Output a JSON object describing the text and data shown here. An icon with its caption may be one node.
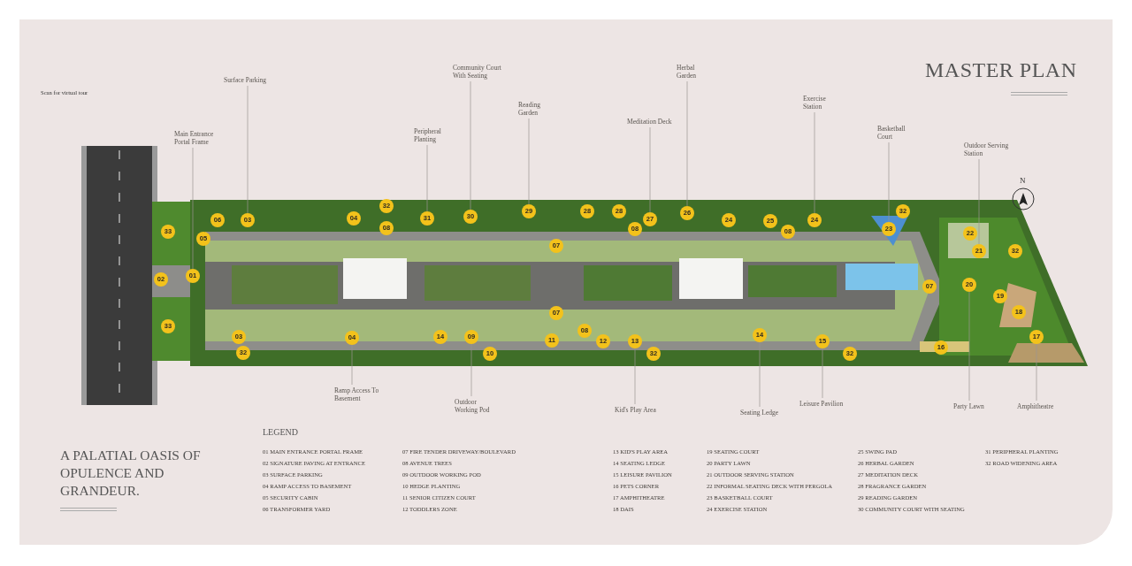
{
  "diagram": {
    "title": "MASTER PLAN",
    "nodes": [
      {
        "text": [
          "Main Entrance Portal Frame"
        ]
      },
      {
        "text": [
          "Surface Parking"
        ]
      },
      {
        "text": [
          "Peripheral Planting"
        ]
      },
      {
        "text": [
          "Community Court With Seating"
        ]
      },
      {
        "text": [
          "Reading Garden"
        ]
      },
      {
        "text": [
          "Meditation Deck"
        ]
      },
      {
        "text": [
          "Herbal Garden"
        ]
      },
      {
        "text": [
          "Exercise Station"
        ]
      },
      {
        "text": [
          "Basketball Court"
        ]
      },
      {
        "text": [
          "Outdoor Serving Station"
        ]
      },
      {
        "text": [
          "06"
        ]
      },
      {
        "text": [
          "03"
        ]
      },
      {
        "text": [
          "32"
        ]
      },
      {
        "text": [
          "04"
        ]
      },
      {
        "text": [
          "08"
        ]
      },
      {
        "text": [
          "31"
        ]
      },
      {
        "text": [
          "30"
        ]
      },
      {
        "text": [
          "29"
        ]
      },
      {
        "text": [
          "28"
        ]
      },
      {
        "text": [
          "28"
        ]
      },
      {
        "text": [
          "27"
        ]
      },
      {
        "text": [
          "08"
        ]
      },
      {
        "text": [
          "26"
        ]
      },
      {
        "text": [
          "24"
        ]
      },
      {
        "text": [
          "25"
        ]
      },
      {
        "text": [
          "08"
        ]
      },
      {
        "text": [
          "24"
        ]
      },
      {
        "text": [
          "23"
        ]
      },
      {
        "text": [
          "32"
        ]
      },
      {
        "text": [
          "22"
        ]
      },
      {
        "text": [
          "21"
        ]
      },
      {
        "text": [
          "32"
        ]
      },
      {
        "text": [
          "33"
        ]
      },
      {
        "text": [
          "05"
        ]
      },
      {
        "text": [
          "02"
        ]
      },
      {
        "text": [
          "01"
        ]
      },
      {
        "text": [
          "33"
        ]
      },
      {
        "text": [
          "07"
        ]
      },
      {
        "text": [
          "07"
        ]
      },
      {
        "text": [
          "07"
        ]
      },
      {
        "text": [
          "20"
        ]
      },
      {
        "text": [
          "19"
        ]
      },
      {
        "text": [
          "18"
        ]
      },
      {
        "text": [
          "17"
        ]
      },
      {
        "text": [
          "03"
        ]
      },
      {
        "text": [
          "32"
        ]
      },
      {
        "text": [
          "04"
        ]
      },
      {
        "text": [
          "14"
        ]
      },
      {
        "text": [
          "09"
        ]
      },
      {
        "text": [
          "10"
        ]
      },
      {
        "text": [
          "11"
        ]
      },
      {
        "text": [
          "08"
        ]
      },
      {
        "text": [
          "12"
        ]
      },
      {
        "text": [
          "13"
        ]
      },
      {
        "text": [
          "32"
        ]
      },
      {
        "text": [
          "14"
        ]
      },
      {
        "text": [
          "15"
        ]
      },
      {
        "text": [
          "32"
        ]
      },
      {
        "text": [
          "16"
        ]
      },
      {
        "text": [
          "Ramp Access To Basement"
        ]
      },
      {
        "text": [
          "Outdoor Working Pod"
        ]
      },
      {
        "text": [
          "Kid's Play Area"
        ]
      },
      {
        "text": [
          "Seating Ledge"
        ]
      },
      {
        "text": [
          "Leisure Pavilion"
        ]
      },
      {
        "text": [
          "Party Lawn"
        ]
      },
      {
        "text": [
          "Amphitheatre"
        ]
      }
    ],
    "edges": [
      {
        "from": 0,
        "to": 35,
        "arrow": "none"
      },
      {
        "from": 1,
        "to": 11,
        "arrow": "none"
      },
      {
        "from": 2,
        "to": 15,
        "arrow": "none"
      },
      {
        "from": 3,
        "to": 16,
        "arrow": "none"
      },
      {
        "from": 4,
        "to": 17,
        "arrow": "none"
      },
      {
        "from": 5,
        "to": 20,
        "arrow": "none"
      },
      {
        "from": 6,
        "to": 22,
        "arrow": "none"
      },
      {
        "from": 7,
        "to": 26,
        "arrow": "none"
      },
      {
        "from": 8,
        "to": 27,
        "arrow": "none"
      },
      {
        "from": 9,
        "to": 30,
        "arrow": "none"
      },
      {
        "from": 59,
        "to": 46,
        "arrow": "none"
      },
      {
        "from": 60,
        "to": 48,
        "arrow": "none"
      },
      {
        "from": 61,
        "to": 53,
        "arrow": "none"
      },
      {
        "from": 62,
        "to": 55,
        "arrow": "none"
      },
      {
        "from": 63,
        "to": 56,
        "arrow": "none"
      },
      {
        "from": 64,
        "to": 40,
        "arrow": "none"
      },
      {
        "from": 65,
        "to": 43,
        "arrow": "none"
      }
    ],
    "labels": [
      "Scan for virtual tour",
      "N",
      "A PALATIAL OASIS OF OPULENCE AND GRANDEUR.",
      "LEGEND"
    ],
    "legend": [
      {
        "text": "01 MAIN ENTRANCE PORTAL FRAME"
      },
      {
        "text": "02 SIGNATURE PAVING AT ENTRANCE"
      },
      {
        "text": "03 SURFACE PARKING"
      },
      {
        "text": "04 RAMP ACCESS TO BASEMENT"
      },
      {
        "text": "05 SECURITY CABIN"
      },
      {
        "text": "06 TRANSFORMER YARD"
      },
      {
        "text": "07 FIRE TENDER DRIVEWAY/BOULEVARD"
      },
      {
        "text": "08 AVENUE TREES"
      },
      {
        "text": "09 OUTDOOR WORKING POD"
      },
      {
        "text": "10 HEDGE PLANTING"
      },
      {
        "text": "11 SENIOR CITIZEN COURT"
      },
      {
        "text": "12 TODDLERS ZONE"
      },
      {
        "text": "13 KID'S PLAY AREA"
      },
      {
        "text": "14 SEATING LEDGE"
      },
      {
        "text": "15 LEISURE PAVILION"
      },
      {
        "text": "16 PETS CORNER"
      },
      {
        "text": "17 AMPHITHEATRE"
      },
      {
        "text": "18 DAIS"
      },
      {
        "text": "19 SEATING COURT"
      },
      {
        "text": "20 PARTY LAWN"
      },
      {
        "text": "21 OUTDOOR SERVING STATION"
      },
      {
        "text": "22 INFORMAL SEATING DECK WITH PERGOLA"
      },
      {
        "text": "23 BASKETBALL COURT"
      },
      {
        "text": "24 EXERCISE STATION"
      },
      {
        "text": "25 SWING PAD"
      },
      {
        "text": "26 HERBAL GARDEN"
      },
      {
        "text": "27 MEDITATION DECK"
      },
      {
        "text": "28 FRAGRANCE GARDEN"
      },
      {
        "text": "29 READING GARDEN"
      },
      {
        "text": "30 COMMUNITY COURT WITH SEATING"
      },
      {
        "text": "31 PERIPHERAL PLANTING"
      },
      {
        "text": "32 ROAD WIDENING AREA"
      }
    ]
  }
}
